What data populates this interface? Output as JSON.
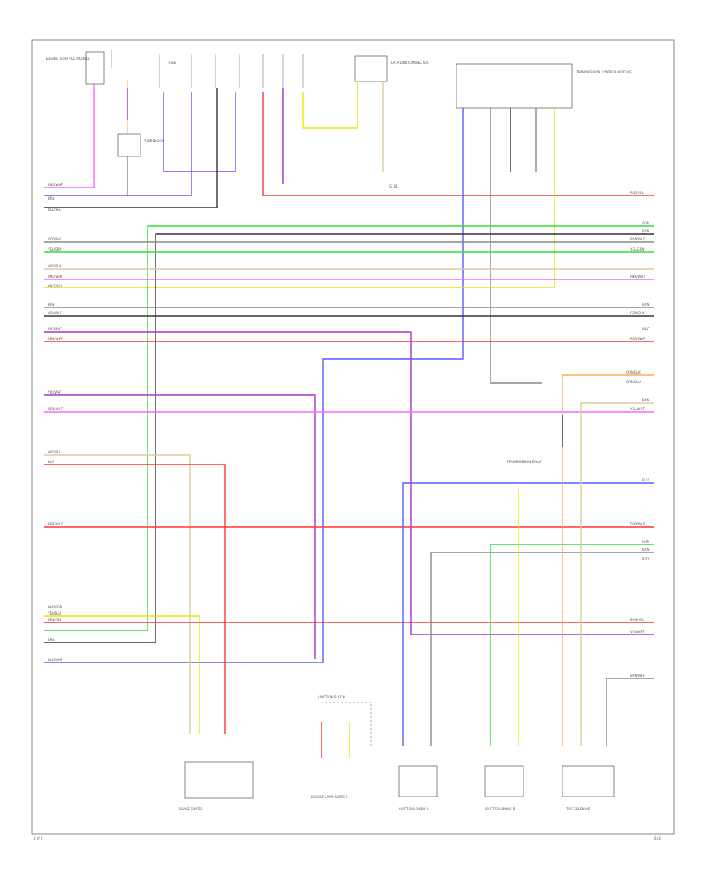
{
  "diagram": {
    "page_number": "1 of 2",
    "footer_code": "6 (2)",
    "wire_colors": {
      "pink": "#ff66ff",
      "blue": "#5a5aff",
      "red": "#ff3333",
      "green": "#33dd33",
      "yellow": "#e6e600",
      "gray": "#888888",
      "black": "#333333",
      "violet": "#aa33cc",
      "orange": "#ffaa55",
      "tan": "#ddcc99"
    },
    "components": {
      "top_left_module": "ENGINE CONTROL MODULE",
      "fuse_module": "FUSE BLOCK",
      "transmission_module": "TRANSMISSION CONTROL MODULE",
      "fuse_top": "FUSE",
      "data_link_connector": "DATA LINK CONNECTOR",
      "ground": "G101",
      "transmission_relay": "TRANSMISSION RELAY",
      "brake_switch": "BRAKE SWITCH",
      "backup_lamp_switch": "BACKUP LAMP SWITCH",
      "solenoid_a": "SHIFT SOLENOID A",
      "solenoid_b": "SHIFT SOLENOID B",
      "tcc_solenoid": "TCC SOLENOID",
      "junction_block": "JUNCTION BLOCK"
    },
    "left_wire_labels": [
      "PNK/WHT",
      "BRN",
      "BLK/YEL",
      "GRY/BLK",
      "YEL/GRN",
      "GRY/BLK",
      "PNK/WHT",
      "WHT/BLU",
      "BRN",
      "GRN/BLK",
      "VIO/WHT",
      "RED/WHT",
      "VIO/WHT",
      "RED/WHT",
      "GRY/BLU",
      "BLU",
      "RED/WHT",
      "BLU/GRN",
      "YEL/BLU",
      "BRN/YEL",
      "BRN",
      "BLU/WHT"
    ],
    "right_wire_labels": [
      "RED/YEL",
      "GRN",
      "BRN",
      "BRN/WHT",
      "YEL/GRN",
      "PNK/WHT",
      "BRN",
      "GRN/BLK",
      "WHT",
      "RED/WHT",
      "ORN/BLK",
      "ORN/BLU",
      "BRN",
      "YEL/WHT",
      "BLU",
      "RED/WHT",
      "GRN",
      "BRN",
      "RED",
      "BRN/YEL",
      "VIO/WHT",
      "BRN/WHT"
    ]
  }
}
